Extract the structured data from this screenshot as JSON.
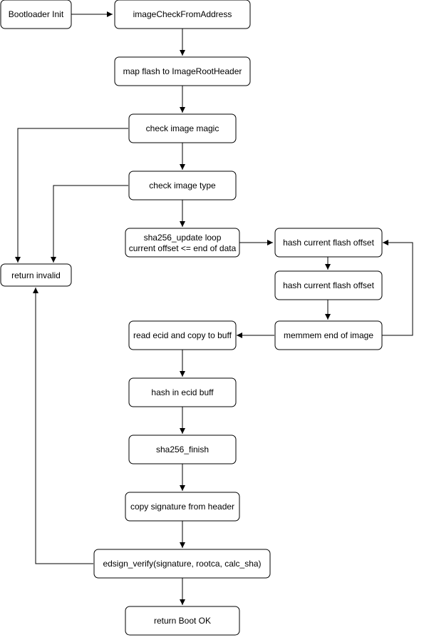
{
  "colors": {
    "node_fill": "#ffffff",
    "node_stroke": "#000000",
    "edge": "#000000",
    "text": "#000000"
  },
  "nodes": {
    "bootloader_init": "Bootloader Init",
    "image_check_from_address": "imageCheckFromAddress",
    "map_flash": "map flash to ImageRootHeader",
    "check_image_magic": "check image magic",
    "check_image_type": "check image type",
    "sha256_update_loop_line1": "sha256_update loop",
    "sha256_update_loop_line2": "current offset <= end of data",
    "return_invalid": "return invalid",
    "hash_current_flash_offset_1": "hash current flash offset",
    "hash_current_flash_offset_2": "hash current flash offset",
    "memmem_end_of_image": "memmem end of image",
    "read_ecid": "read ecid and copy to buff",
    "hash_in_ecid_buff": "hash in ecid buff",
    "sha256_finish": "sha256_finish",
    "copy_signature": "copy signature from header",
    "edsign_verify": "edsign_verify(signature, rootca, calc_sha)",
    "return_boot_ok": "return Boot OK"
  }
}
